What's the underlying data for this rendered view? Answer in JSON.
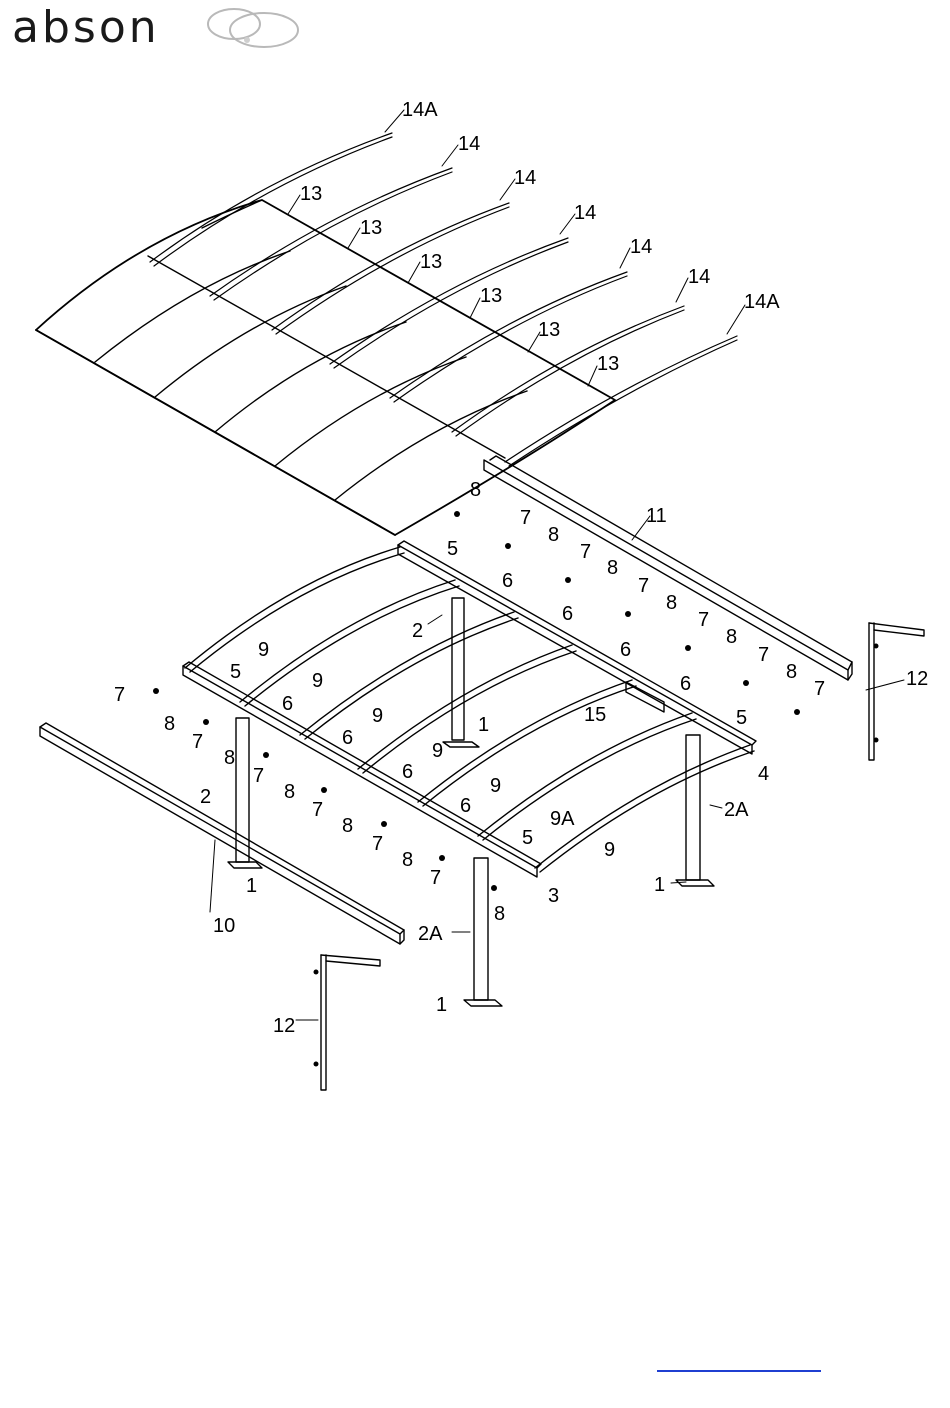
{
  "brand": {
    "name": "abson",
    "logo_icon": "rings-logo-icon"
  },
  "diagram": {
    "description_free": true,
    "labels": {
      "roof_ribs": [
        "14A",
        "14",
        "14",
        "14",
        "14",
        "14",
        "14A"
      ],
      "roof_joints": [
        "13",
        "13",
        "13",
        "13",
        "13",
        "13"
      ],
      "frame": {
        "p8_top": "8",
        "p11": "11",
        "p7a": "7",
        "p8a": "8",
        "p7b": "7",
        "p8b": "8",
        "p7c": "7",
        "p8c": "8",
        "p7d": "7",
        "p8d": "8",
        "p7e": "7",
        "p8e": "8",
        "p7f": "7",
        "p5a": "5",
        "p6a": "6",
        "p6b": "6",
        "p6c": "6",
        "p6d": "6",
        "p5b": "5",
        "p4": "4",
        "p2a": "2",
        "p9a": "9",
        "p9b": "9",
        "p9c": "9",
        "p9d": "9",
        "p9e": "9",
        "p9A": "9A",
        "p9f": "9",
        "p1a": "1",
        "p15": "15",
        "p12a": "12",
        "p7g": "7",
        "p5c": "5",
        "p8g": "8",
        "p7h": "7",
        "p6e": "6",
        "p8h": "8",
        "p7i": "7",
        "p2b": "2",
        "p6f": "6",
        "p8i": "8",
        "p7j": "7",
        "p6g": "6",
        "p8j": "8",
        "p7k": "7",
        "p6h": "6",
        "p5d": "5",
        "p8k": "8",
        "p7l": "7",
        "p3": "3",
        "p2A_a": "2A",
        "p1b": "1",
        "p10": "10",
        "p1c": "1",
        "p8l": "8",
        "p2A_b": "2A",
        "p1d": "1",
        "p12b": "12"
      }
    }
  },
  "footer": {
    "link_text": ""
  },
  "colors": {
    "line": "#000000",
    "link": "#1f3fd1",
    "logo_ring": "#b9b9b9"
  }
}
